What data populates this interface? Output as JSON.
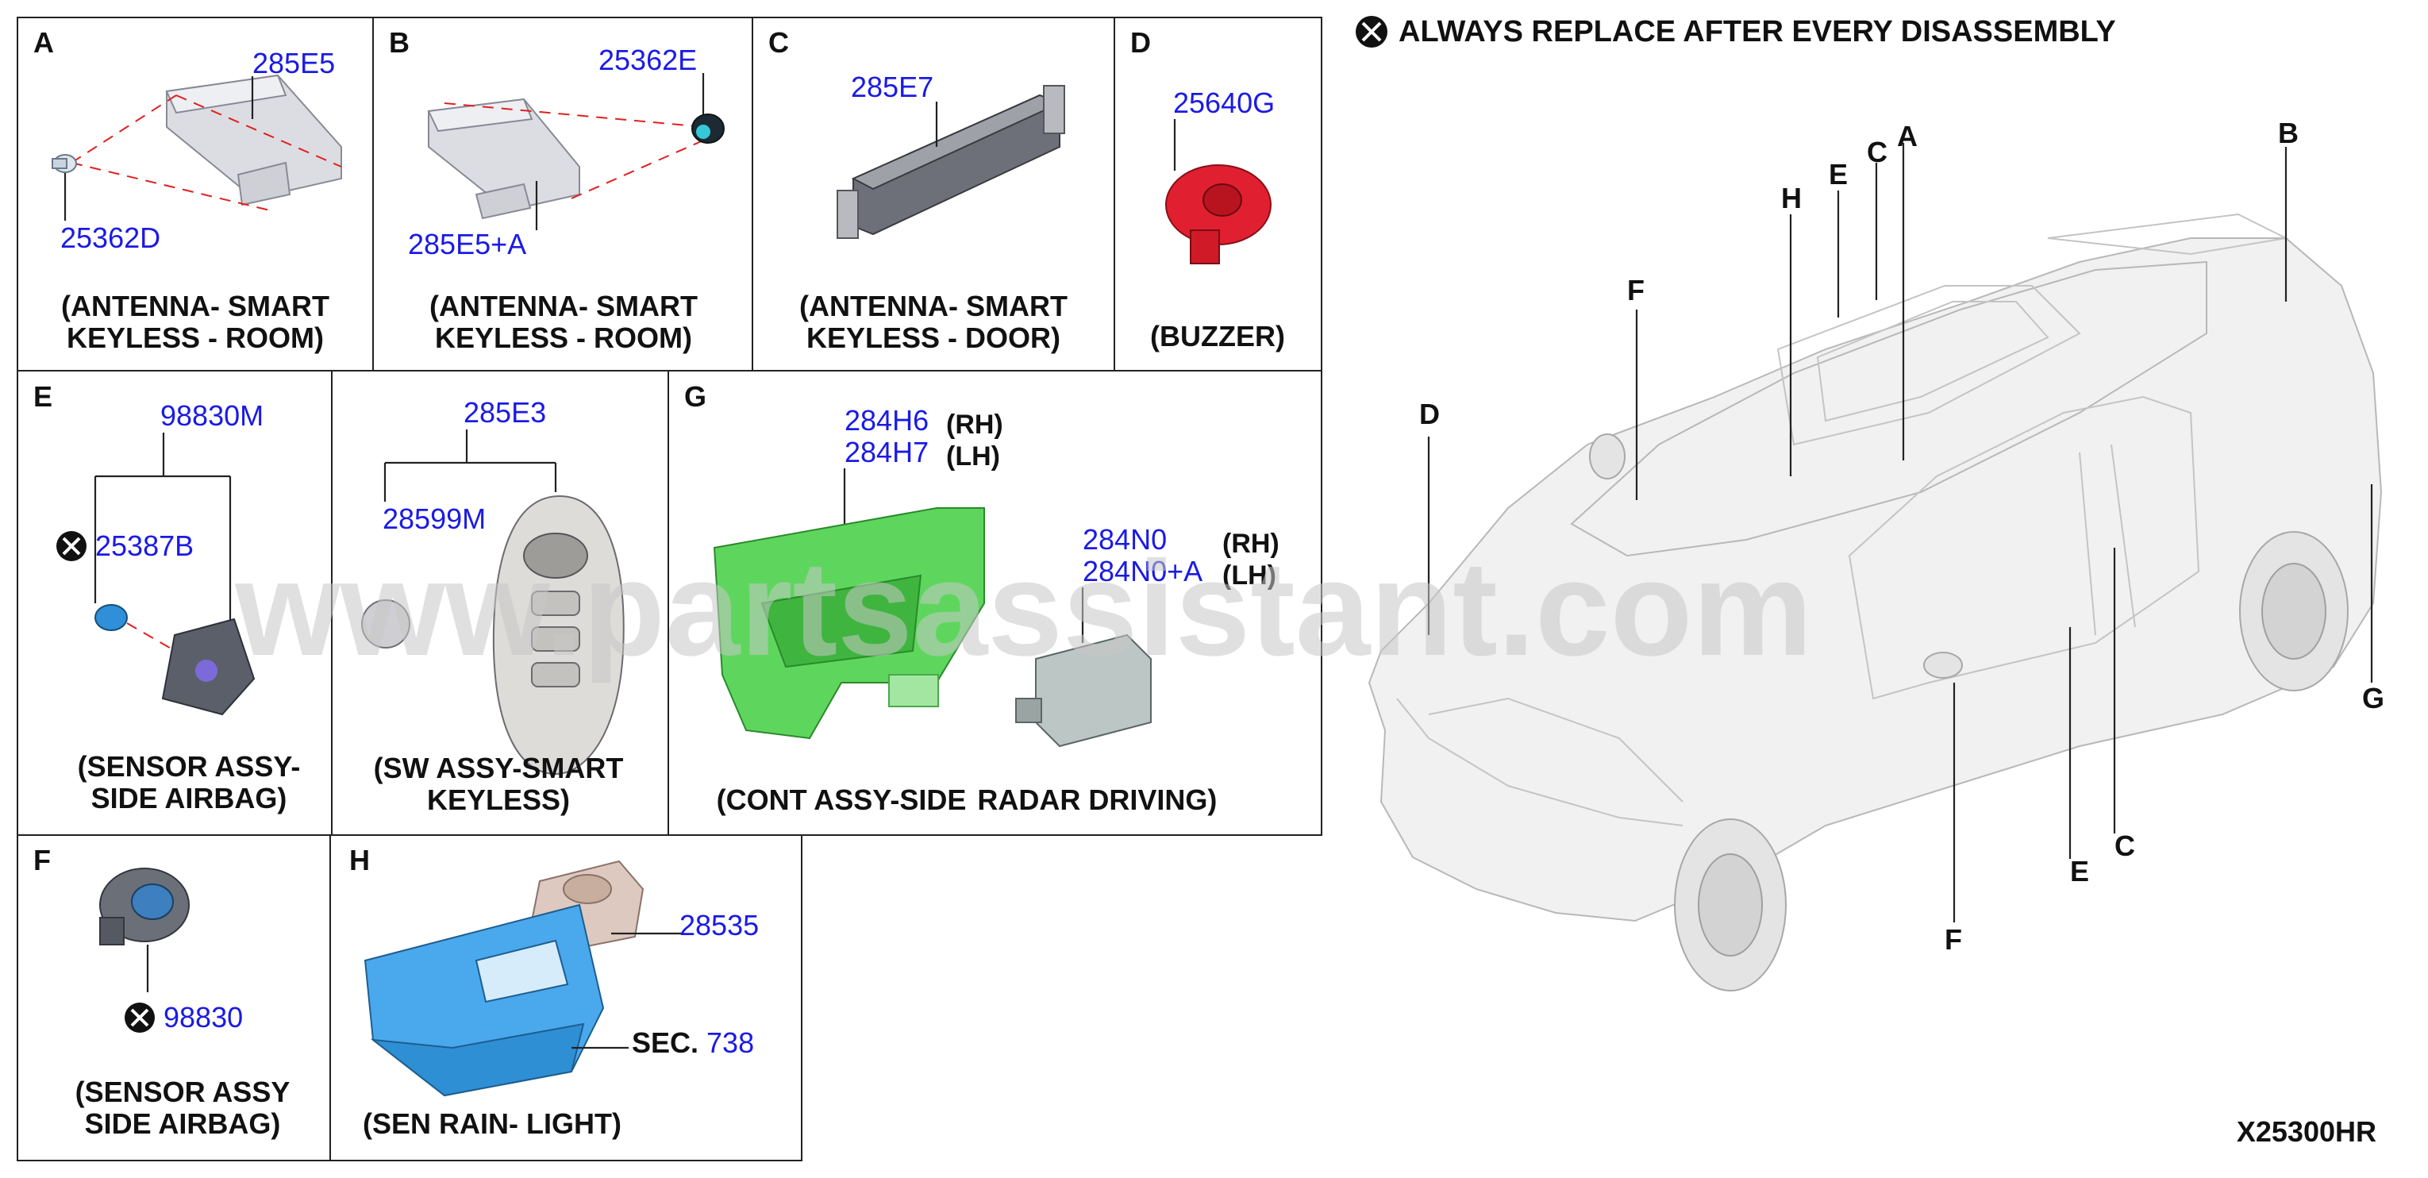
{
  "header": {
    "note": "ALWAYS REPLACE AFTER EVERY DISASSEMBLY"
  },
  "diagram_code": "X25300HR",
  "watermark": "www.partsassistant.com",
  "panels": {
    "A": {
      "letter": "A",
      "parts": [
        "285E5",
        "25362D"
      ],
      "caption": [
        "(ANTENNA- SMART",
        "KEYLESS - ROOM)"
      ]
    },
    "B": {
      "letter": "B",
      "parts": [
        "25362E",
        "285E5+A"
      ],
      "caption": [
        "(ANTENNA- SMART",
        "KEYLESS - ROOM)"
      ]
    },
    "C": {
      "letter": "C",
      "parts": [
        "285E7"
      ],
      "caption": [
        "(ANTENNA- SMART",
        "KEYLESS - DOOR)"
      ]
    },
    "D": {
      "letter": "D",
      "parts": [
        "25640G"
      ],
      "caption": [
        "(BUZZER)"
      ]
    },
    "E": {
      "letter": "E",
      "parts": [
        "98830M",
        "25387B"
      ],
      "caption": [
        "(SENSOR ASSY-",
        "SIDE AIRBAG)"
      ]
    },
    "SW": {
      "parts": [
        "285E3",
        "28599M"
      ],
      "caption": [
        "(SW ASSY-SMART",
        "KEYLESS)"
      ]
    },
    "G": {
      "letter": "G",
      "parts": [
        "284H6",
        "284H7",
        "284N0",
        "284N0+A"
      ],
      "sides": [
        "(RH)",
        "(LH)",
        "(RH)",
        "(LH)"
      ],
      "caption": [
        "(CONT ASSY-SIDE",
        "RADAR DRIVING)"
      ]
    },
    "F": {
      "letter": "F",
      "parts": [
        "98830"
      ],
      "caption": [
        "(SENSOR ASSY",
        "SIDE AIRBAG)"
      ]
    },
    "H": {
      "letter": "H",
      "parts": [
        "28535",
        "738"
      ],
      "sec": "SEC.",
      "caption": [
        "(SEN RAIN- LIGHT)"
      ]
    }
  },
  "vehicle_callouts": [
    "A",
    "B",
    "C",
    "D",
    "E",
    "F",
    "G",
    "H",
    "C",
    "E"
  ]
}
